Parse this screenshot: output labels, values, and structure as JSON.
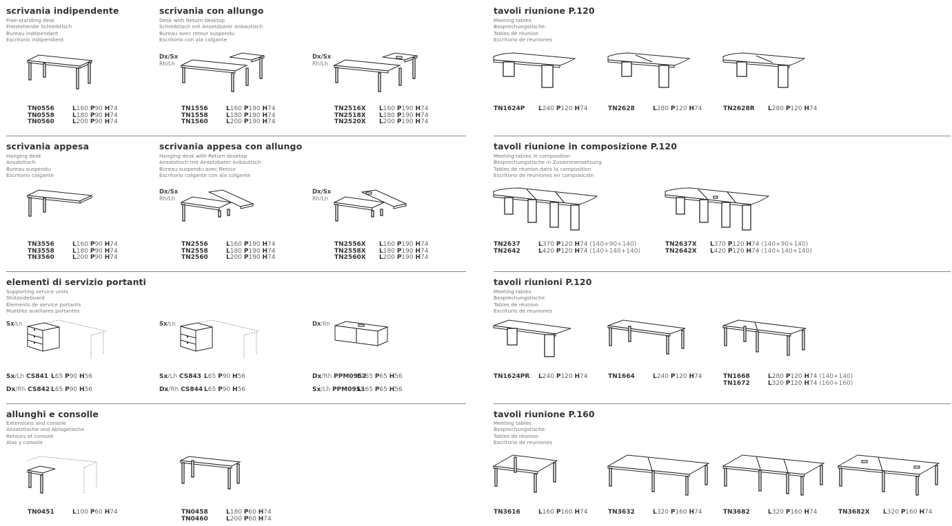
{
  "sections": {
    "free_desk": {
      "title": "scrivania indipendente",
      "subs": [
        "Free-standing desk",
        "Freistehende Schreibtisch",
        "Bureau indépendant",
        "Escritorio indipendient"
      ]
    },
    "return_desk": {
      "title": "scrivania con allungo",
      "subs": [
        "Desk with Return desktop",
        "Schreibtisch mit Ansetzbarer Anbautisch",
        "Bureau avec retour suspendu",
        "Escritorio con ala colgante"
      ]
    },
    "meeting_120": {
      "title": "tavoli riunione P.120",
      "subs": [
        "Meeting tables",
        "Besprechungstische",
        "Tables de réunion",
        "Escritorio de reuniones"
      ]
    },
    "hanging_desk": {
      "title": "scrivania appesa",
      "subs": [
        "Hanging desk",
        "Ansatztisch",
        "Bureau suspendu",
        "Escritorio colgante"
      ]
    },
    "hanging_return": {
      "title": "scrivania appesa con allungo",
      "subs": [
        "Hanging desk with Return desktop",
        "Ansatztisch mit Ansetzbarer Anbautisch",
        "Bureau suspendu avec Retour",
        "Escritorio colgante con ala colgante"
      ]
    },
    "meeting_comp": {
      "title": "tavoli riunione in composizione P.120",
      "subs": [
        "Meeting tables in composition",
        "Besprechungstische in Zusammensetzung",
        "Tables de réunion dans la composition",
        "Escritorio de reuniones en composición"
      ]
    },
    "service": {
      "title": "elementi di servizio portanti",
      "subs": [
        "Supporting service units",
        "Stützsideboard",
        "Élements de service portants",
        "Muebles auxiliares portantes"
      ]
    },
    "meeting_120b": {
      "title": "tavoli riunioni P.120",
      "subs": [
        "Meeting tables",
        "Besprechungstische",
        "Tables de réunion",
        "Escritorio de reuniones"
      ]
    },
    "extensions": {
      "title": "allunghi e consolle",
      "subs": [
        "Extensions and console",
        "Ansatztische und Ablagetische",
        "Retours et console",
        "Alas y consola"
      ]
    },
    "meeting_160": {
      "title": "tavoli riunione P.160",
      "subs": [
        "Meeting tables",
        "Besprechungstische",
        "Tables de réunion",
        "Escritorio de reuniones"
      ]
    }
  },
  "side_labels": {
    "dxsx": "Dx/Sx",
    "rhlh": "Rh/Lh",
    "sx": "Sx",
    "lh": "/Lh",
    "dx": "Dx",
    "rh": "/Rh"
  },
  "dim_letters": {
    "l": "L",
    "p": "P",
    "h": "H"
  },
  "products": {
    "free": [
      {
        "code": "TN0556",
        "l": "160",
        "p": "90",
        "h": "74"
      },
      {
        "code": "TN0558",
        "l": "180",
        "p": "90",
        "h": "74"
      },
      {
        "code": "TN0560",
        "l": "200",
        "p": "90",
        "h": "74"
      }
    ],
    "return_a": [
      {
        "code": "TN1556",
        "l": "160",
        "p": "190",
        "h": "74"
      },
      {
        "code": "TN1558",
        "l": "180",
        "p": "190",
        "h": "74"
      },
      {
        "code": "TN1560",
        "l": "200",
        "p": "190",
        "h": "74"
      }
    ],
    "return_b": [
      {
        "code": "TN2516X",
        "l": "160",
        "p": "190",
        "h": "74"
      },
      {
        "code": "TN2518X",
        "l": "180",
        "p": "190",
        "h": "74"
      },
      {
        "code": "TN2520X",
        "l": "200",
        "p": "190",
        "h": "74"
      }
    ],
    "m120": [
      {
        "code": "TN1624P",
        "l": "240",
        "p": "120",
        "h": "74"
      },
      {
        "code": "TN2628",
        "l": "280",
        "p": "120",
        "h": "74"
      },
      {
        "code": "TN2628R",
        "l": "280",
        "p": "120",
        "h": "74"
      }
    ],
    "hang": [
      {
        "code": "TN3556",
        "l": "160",
        "p": "90",
        "h": "74"
      },
      {
        "code": "TN3558",
        "l": "180",
        "p": "90",
        "h": "74"
      },
      {
        "code": "TN3560",
        "l": "200",
        "p": "90",
        "h": "74"
      }
    ],
    "hang_ret_a": [
      {
        "code": "TN2556",
        "l": "160",
        "p": "190",
        "h": "74"
      },
      {
        "code": "TN2558",
        "l": "180",
        "p": "190",
        "h": "74"
      },
      {
        "code": "TN2560",
        "l": "200",
        "p": "190",
        "h": "74"
      }
    ],
    "hang_ret_b": [
      {
        "code": "TN2556X",
        "l": "160",
        "p": "190",
        "h": "74"
      },
      {
        "code": "TN2558X",
        "l": "180",
        "p": "190",
        "h": "74"
      },
      {
        "code": "TN2560X",
        "l": "200",
        "p": "190",
        "h": "74"
      }
    ],
    "comp_a": [
      {
        "code": "TN2637",
        "l": "370",
        "p": "120",
        "h": "74",
        "extra": "(140+90+140)"
      },
      {
        "code": "TN2642",
        "l": "420",
        "p": "120",
        "h": "74",
        "extra": "(140+140+140)"
      }
    ],
    "comp_b": [
      {
        "code": "TN2637X",
        "l": "370",
        "p": "120",
        "h": "74",
        "extra": "(140+90+140)"
      },
      {
        "code": "TN2642X",
        "l": "420",
        "p": "120",
        "h": "74",
        "extra": "(140+140+140)"
      }
    ],
    "svc": [
      {
        "side": "Sx",
        "hand": "/Lh",
        "code": "CS841",
        "l": "65",
        "p": "90",
        "h": "56"
      },
      {
        "side": "Dx",
        "hand": "/Rh",
        "code": "CS842",
        "l": "65",
        "p": "90",
        "h": "56"
      },
      {
        "side": "Sx",
        "hand": "/Lh",
        "code": "CS843",
        "l": "65",
        "p": "90",
        "h": "56"
      },
      {
        "side": "Dx",
        "hand": "/Rh",
        "code": "CS844",
        "l": "65",
        "p": "90",
        "h": "56"
      },
      {
        "side": "Dx",
        "hand": "/Rh",
        "code": "PPM0952",
        "l": "165",
        "p": "65",
        "h": "56"
      },
      {
        "side": "Sx",
        "hand": "/Lh",
        "code": "PPM0953",
        "l": "165",
        "p": "65",
        "h": "56"
      }
    ],
    "m120b_single": [
      {
        "code": "TN1624PR",
        "l": "240",
        "p": "120",
        "h": "74"
      },
      {
        "code": "TN1664",
        "l": "240",
        "p": "120",
        "h": "74"
      }
    ],
    "m120b_group": [
      {
        "code": "TN1668",
        "l": "280",
        "p": "120",
        "h": "74",
        "extra": "(140+140)"
      },
      {
        "code": "TN1672",
        "l": "320",
        "p": "120",
        "h": "74",
        "extra": "(160+160)"
      }
    ],
    "ext_a": [
      {
        "code": "TN0451",
        "l": "100",
        "p": "60",
        "h": "74"
      }
    ],
    "ext_b": [
      {
        "code": "TN0458",
        "l": "180",
        "p": "60",
        "h": "74"
      },
      {
        "code": "TN0460",
        "l": "200",
        "p": "60",
        "h": "74"
      }
    ],
    "m160": [
      {
        "code": "TN3616",
        "l": "160",
        "p": "160",
        "h": "74"
      },
      {
        "code": "TN3632",
        "l": "320",
        "p": "160",
        "h": "74"
      },
      {
        "code": "TN3682",
        "l": "320",
        "p": "160",
        "h": "74"
      },
      {
        "code": "TN3682X",
        "l": "320",
        "p": "160",
        "h": "74"
      }
    ]
  }
}
